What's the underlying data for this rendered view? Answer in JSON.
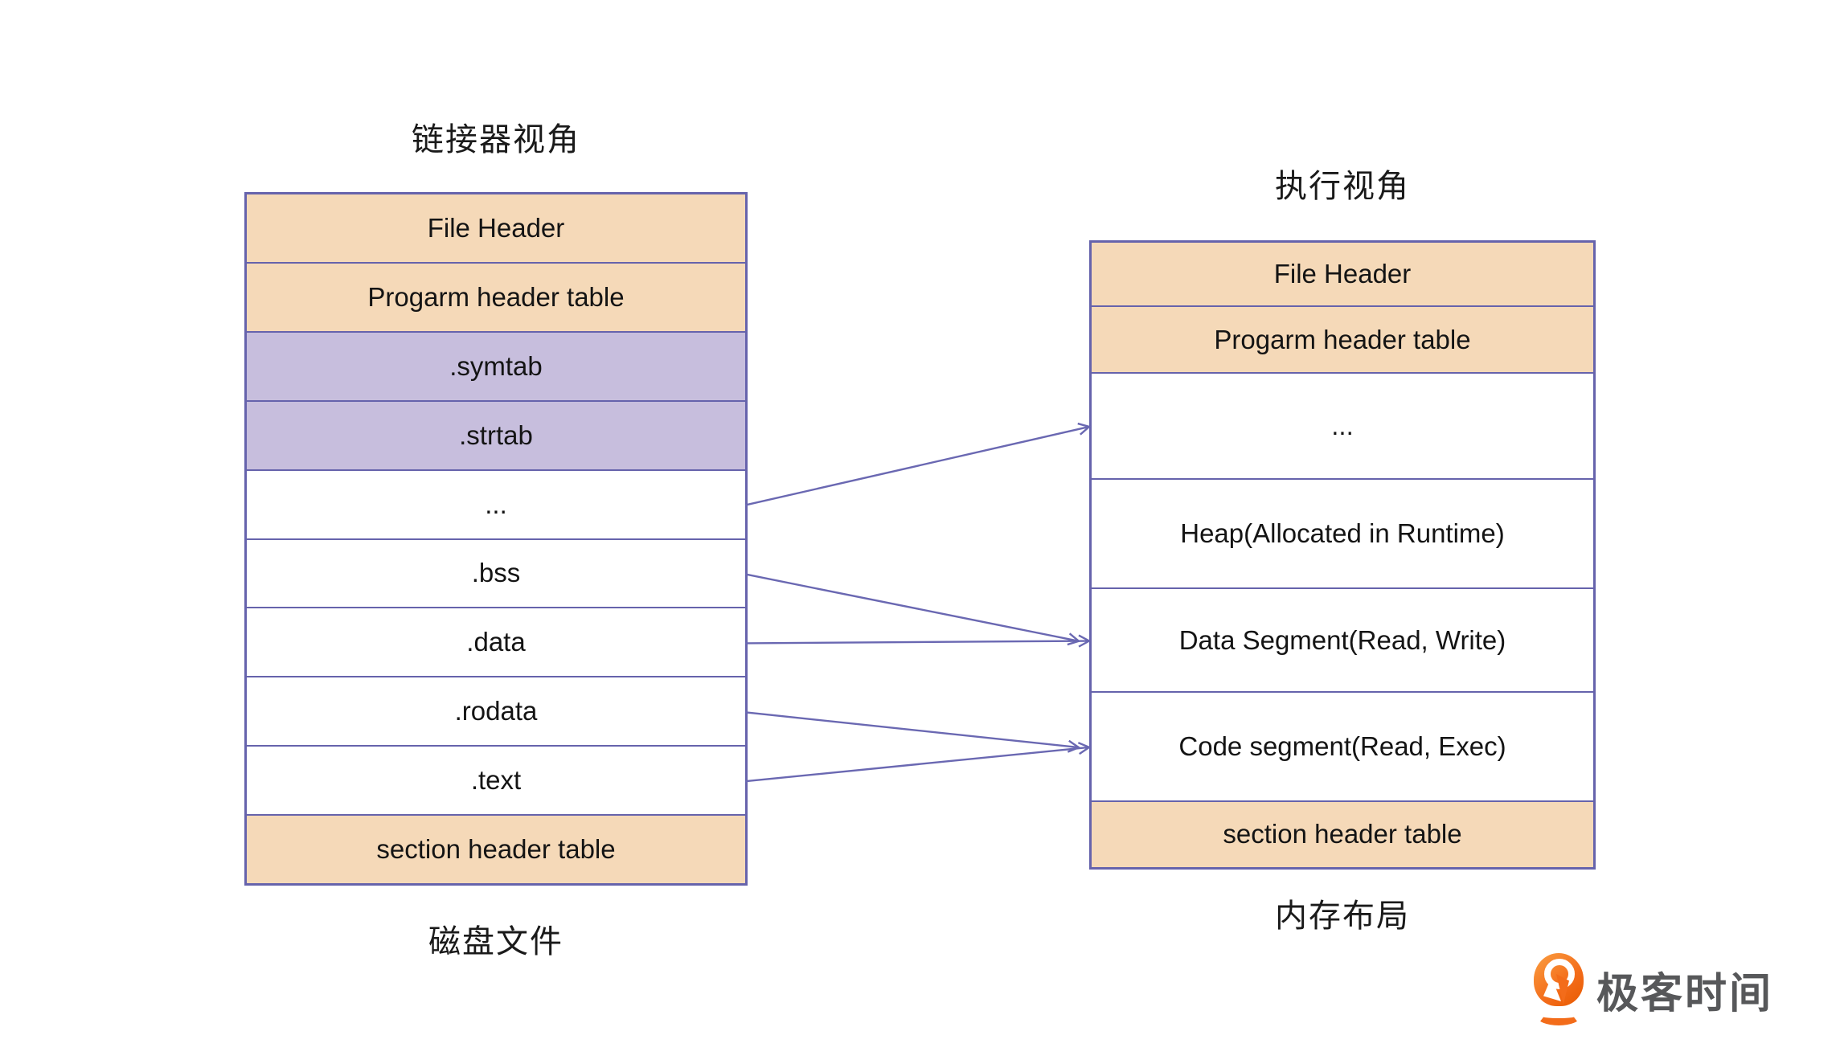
{
  "diagram": {
    "linker_view": {
      "title": "链接器视角",
      "caption": "磁盘文件",
      "rows": [
        {
          "label": "File Header",
          "fill": "peach"
        },
        {
          "label": "Progarm header table",
          "fill": "peach"
        },
        {
          "label": ".symtab",
          "fill": "purple"
        },
        {
          "label": ".strtab",
          "fill": "purple"
        },
        {
          "label": "...",
          "fill": "white"
        },
        {
          "label": ".bss",
          "fill": "white"
        },
        {
          "label": ".data",
          "fill": "white"
        },
        {
          "label": ".rodata",
          "fill": "white"
        },
        {
          "label": ".text",
          "fill": "white"
        },
        {
          "label": "section header table",
          "fill": "peach"
        }
      ]
    },
    "execution_view": {
      "title": "执行视角",
      "caption": "内存布局",
      "rows": [
        {
          "label": "File Header",
          "fill": "peach",
          "h": 80
        },
        {
          "label": "Progarm header table",
          "fill": "peach",
          "h": 83
        },
        {
          "label": "...",
          "fill": "white",
          "h": 133
        },
        {
          "label": "Heap(Allocated in Runtime)",
          "fill": "white",
          "h": 137
        },
        {
          "label": "Data Segment(Read, Write)",
          "fill": "white",
          "h": 130
        },
        {
          "label": "Code segment(Read, Exec)",
          "fill": "white",
          "h": 137
        },
        {
          "label": "section header table",
          "fill": "peach",
          "h": 83
        }
      ]
    },
    "arrows": [
      {
        "from_label": "...",
        "from_row": 4,
        "to_label": "...",
        "to_row": 2
      },
      {
        "from_label": ".bss",
        "from_row": 5,
        "to_label": "Data Segment(Read, Write)",
        "to_row": 4
      },
      {
        "from_label": ".data",
        "from_row": 6,
        "to_label": "Data Segment(Read, Write)",
        "to_row": 4
      },
      {
        "from_label": ".rodata",
        "from_row": 7,
        "to_label": "Code segment(Read, Exec)",
        "to_row": 5
      },
      {
        "from_label": ".text",
        "from_row": 8,
        "to_label": "Code segment(Read, Exec)",
        "to_row": 5
      }
    ],
    "colors": {
      "peach": "#f5d9b8",
      "purple": "#c7bedd",
      "border": "#6663ac",
      "arrow": "#6a68b2"
    }
  },
  "logo": {
    "text": "极客时间",
    "orange": "#f36c1a"
  }
}
